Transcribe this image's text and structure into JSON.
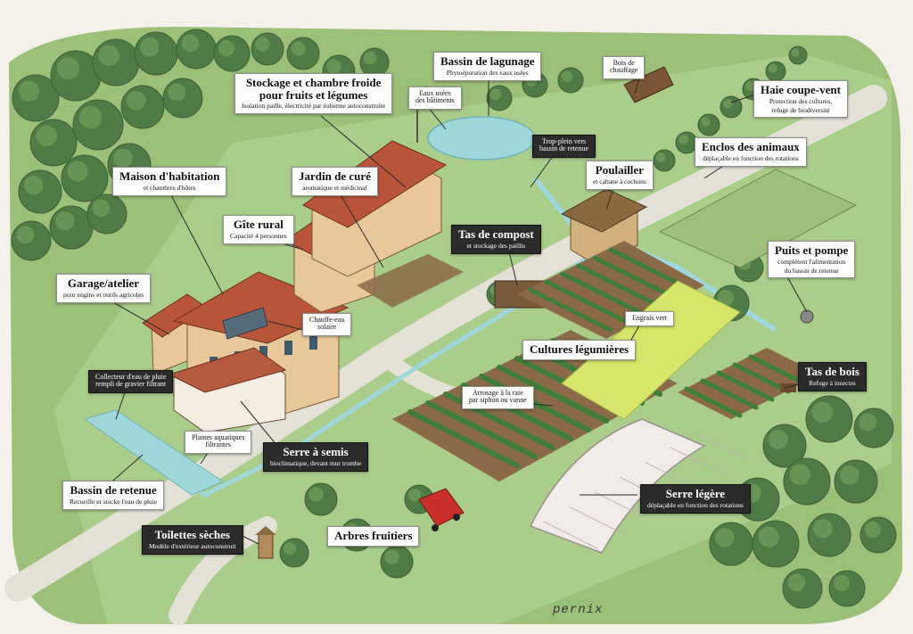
{
  "labels": {
    "stockage": {
      "title": "Stockage et chambre froide",
      "title2": "pour fruits et légumes",
      "sub": "Isolation paille, électricité par éolienne autoconstruite"
    },
    "bassin_lagunage": {
      "title": "Bassin de lagunage",
      "sub": "Phytoépuration des eaux usées"
    },
    "bois_chauffage": {
      "line1": "Bois de",
      "line2": "chauffage"
    },
    "eaux_usees": {
      "line1": "Eaux usées",
      "line2": "des bâtiments"
    },
    "haie": {
      "title": "Haie coupe-vent",
      "sub1": "Protection des cultures,",
      "sub2": "refuge de biodiversité"
    },
    "trop_plein": {
      "line1": "Trop-plein vers",
      "line2": "bassin de retenue"
    },
    "enclos": {
      "title": "Enclos des animaux",
      "sub": "déplaçable en fonction des rotations"
    },
    "maison": {
      "title": "Maison d'habitation",
      "sub": "et chambres d'hôtes"
    },
    "jardin": {
      "title": "Jardin de curé",
      "sub": "aromatique et médicinal"
    },
    "poulailler": {
      "title": "Poulailler",
      "sub": "et cabane à cochons"
    },
    "gite": {
      "title": "Gîte rural",
      "sub": "Capacité 4 personnes"
    },
    "compost": {
      "title": "Tas de compost",
      "sub": "et stockage des paillis"
    },
    "puits": {
      "title": "Puits et pompe",
      "sub1": "complètent l'alimentation",
      "sub2": "du bassin de retenue"
    },
    "garage": {
      "title": "Garage/atelier",
      "sub": "pour engins et outils agricoles"
    },
    "chauffe_eau": {
      "line1": "Chauffe-eau",
      "line2": "solaire"
    },
    "engrais": {
      "line1": "Engrais vert"
    },
    "cultures": {
      "title": "Cultures légumières"
    },
    "collecteur": {
      "line1": "Collecteur d'eau de pluie",
      "line2": "rempli de gravier filtrant"
    },
    "tas_bois": {
      "title": "Tas de bois",
      "sub": "Refuge à insectes"
    },
    "arrosage": {
      "line1": "Arrosage à la raie",
      "line2": "par siphon ou vanne"
    },
    "plantes": {
      "line1": "Plantes aquatiques",
      "line2": "filtrantes"
    },
    "serre_semis": {
      "title": "Serre à semis",
      "sub": "bioclimatique, devant mur trombe"
    },
    "bassin_retenue": {
      "title": "Bassin de retenue",
      "sub": "Recueille et stocke l'eau de pluie"
    },
    "serre_legere": {
      "title": "Serre légère",
      "sub": "déplaçable en fonction des rotations"
    },
    "toilettes": {
      "title": "Toilettes sèches",
      "sub": "Modèle d'extérieur autoconstruit"
    },
    "arbres": {
      "title": "Arbres fruitiers"
    }
  },
  "signature": "pernix",
  "colors": {
    "grass": "#9cc07a",
    "grass_light": "#b7d79b",
    "path": "#e4e2d6",
    "roof": "#b8553a",
    "wall": "#e8c79a",
    "tree": "#4f7b46",
    "tree_light": "#6e9a5a",
    "water": "#9fd7da",
    "soil": "#8a6a48",
    "crop": "#3f7d3a",
    "green_manure": "#d7e66b",
    "greenhouse": "#f1ecea",
    "truck": "#c9302c",
    "dark_label": "#2b2b2b",
    "leader": "#2a2a2a"
  }
}
